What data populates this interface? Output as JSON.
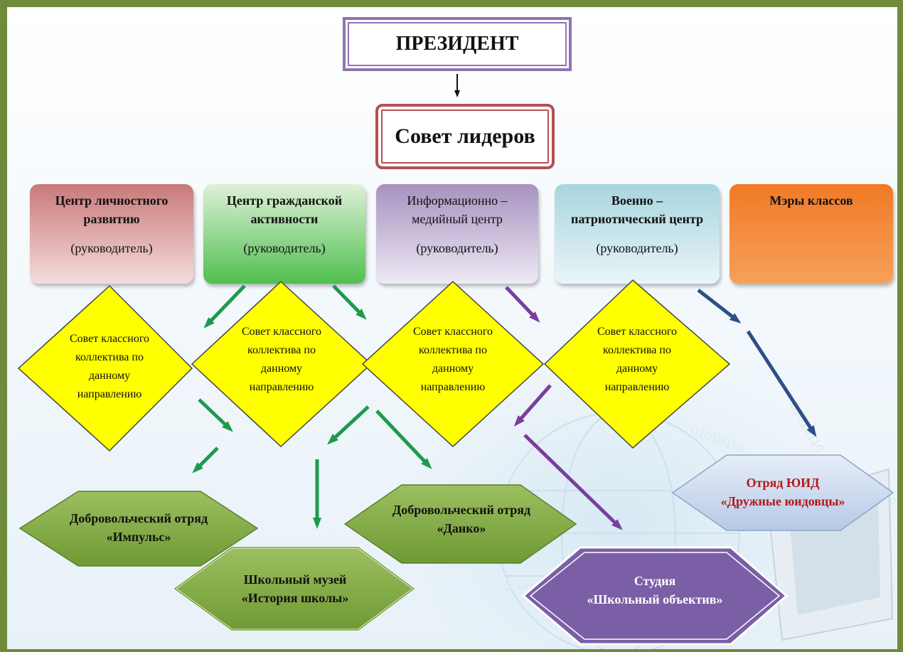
{
  "president": "ПРЕЗИДЕНТ",
  "council": "Совет лидеров",
  "centers": [
    {
      "title_lines": [
        "Центр личностного",
        "развитию"
      ],
      "role": "(руководитель)"
    },
    {
      "title_lines": [
        "Центр гражданской",
        "активности"
      ],
      "role": "(руководитель)"
    },
    {
      "title_lines": [
        "Информационно –",
        "медийный центр"
      ],
      "role": "(руководитель)"
    },
    {
      "title_lines": [
        "Военно –",
        "патриотический центр"
      ],
      "role": "(руководитель)"
    },
    {
      "title_lines": [
        "Мэры классов"
      ],
      "role": ""
    }
  ],
  "class_council_lines": [
    "Совет классного",
    "коллектива по",
    "данному",
    "направлению"
  ],
  "units": {
    "impulse": [
      "Добровольческий отряд",
      "«Импульс»"
    ],
    "museum": [
      "Школьный музей",
      "«История школы»"
    ],
    "danko": [
      "Добровольческий отряд",
      "«Данко»"
    ],
    "studio": [
      "Студия",
      "«Школьный объектив»"
    ],
    "yuid": [
      "Отряд ЮИД",
      "«Дружные юидовцы»"
    ]
  },
  "background_code": "01010110"
}
